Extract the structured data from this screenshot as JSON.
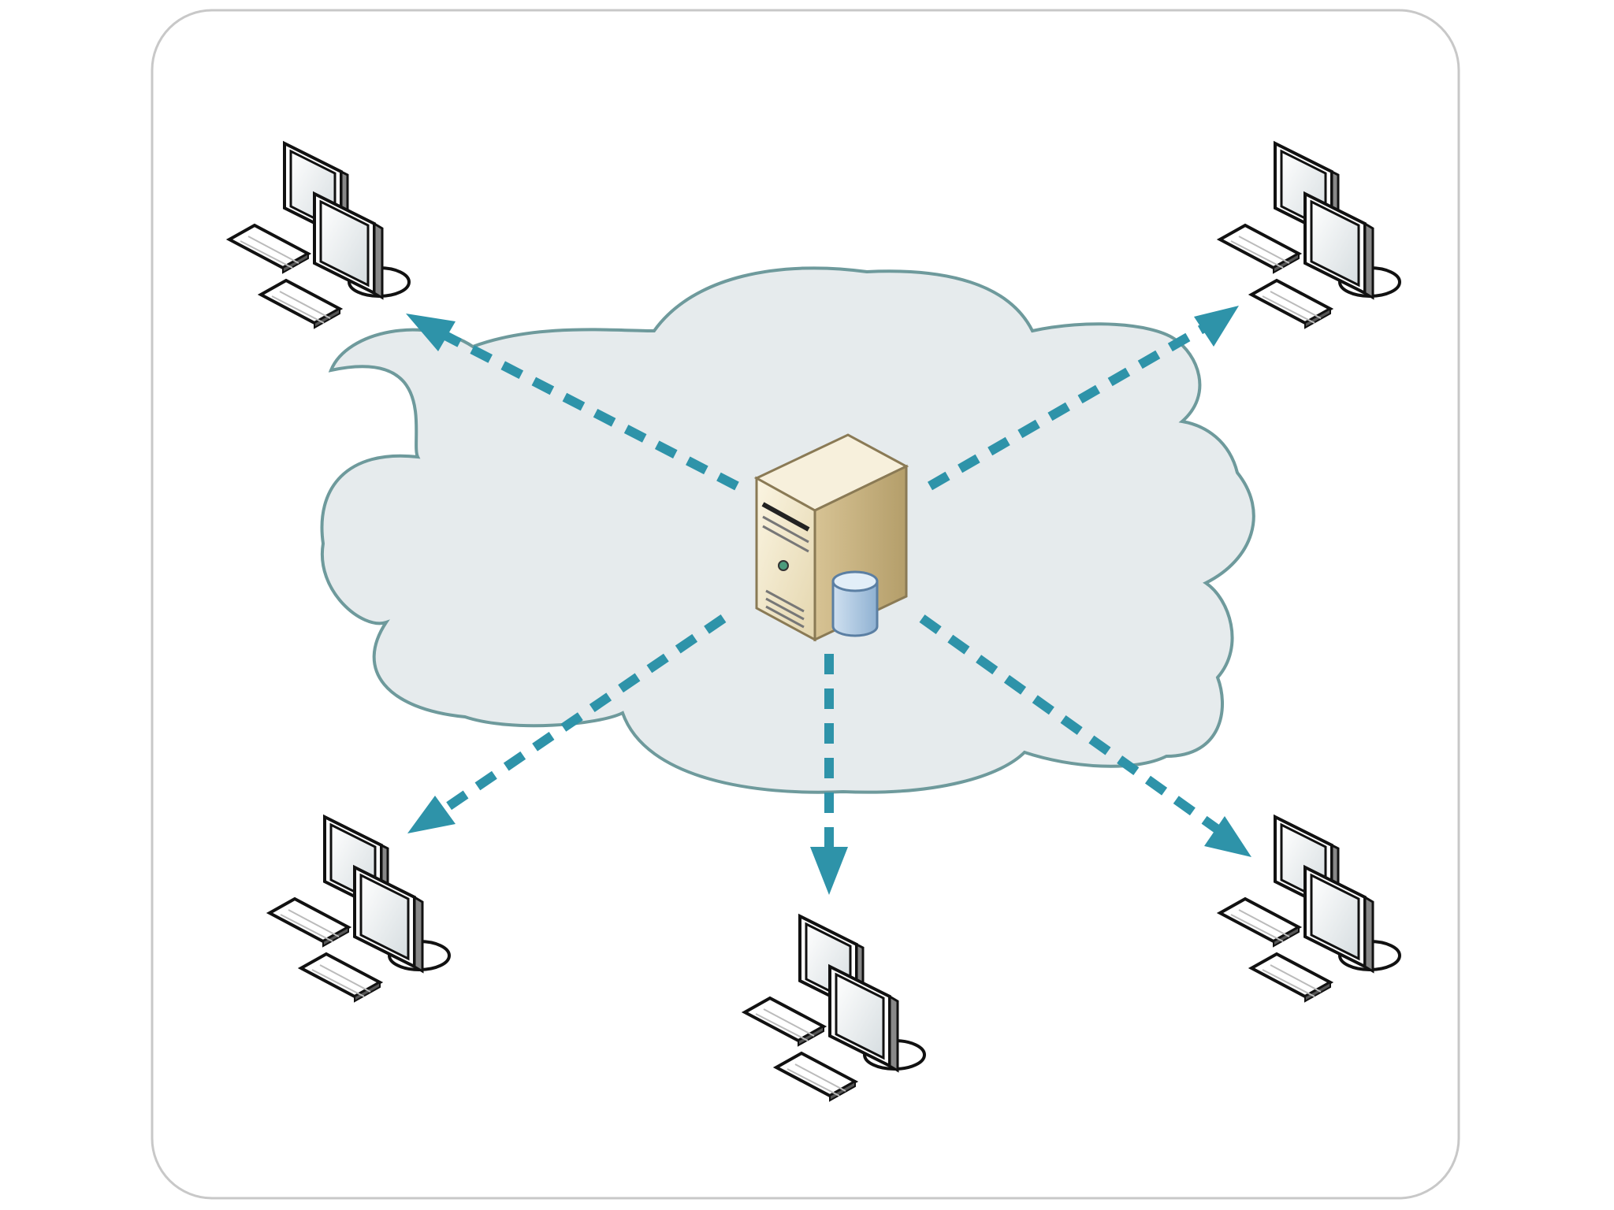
{
  "diagram": {
    "type": "network-topology",
    "hub": {
      "kind": "server",
      "icon": "database-server-icon",
      "attached": "database-cylinder-icon"
    },
    "cloud": {
      "icon": "cloud-icon",
      "fill": "#e6ebed",
      "stroke": "#6e9a9c"
    },
    "clients": [
      {
        "id": "client-top-left",
        "icon": "workstation-icon"
      },
      {
        "id": "client-top-right",
        "icon": "workstation-icon"
      },
      {
        "id": "client-bottom-left",
        "icon": "workstation-icon"
      },
      {
        "id": "client-bottom-center",
        "icon": "workstation-icon"
      },
      {
        "id": "client-bottom-right",
        "icon": "workstation-icon"
      }
    ],
    "connections": [
      {
        "from": "hub",
        "to": "client-top-left",
        "style": "dashed",
        "direction": "outbound"
      },
      {
        "from": "hub",
        "to": "client-top-right",
        "style": "dashed",
        "direction": "outbound"
      },
      {
        "from": "hub",
        "to": "client-bottom-left",
        "style": "dashed",
        "direction": "outbound"
      },
      {
        "from": "hub",
        "to": "client-bottom-center",
        "style": "dashed",
        "direction": "outbound"
      },
      {
        "from": "hub",
        "to": "client-bottom-right",
        "style": "dashed",
        "direction": "outbound"
      }
    ],
    "colors": {
      "arrow": "#2e93a9",
      "frame_stroke": "#c8c8c8",
      "server_body": "#efe5c6",
      "server_side": "#cdb98a",
      "database": "#a9c6e0"
    }
  }
}
